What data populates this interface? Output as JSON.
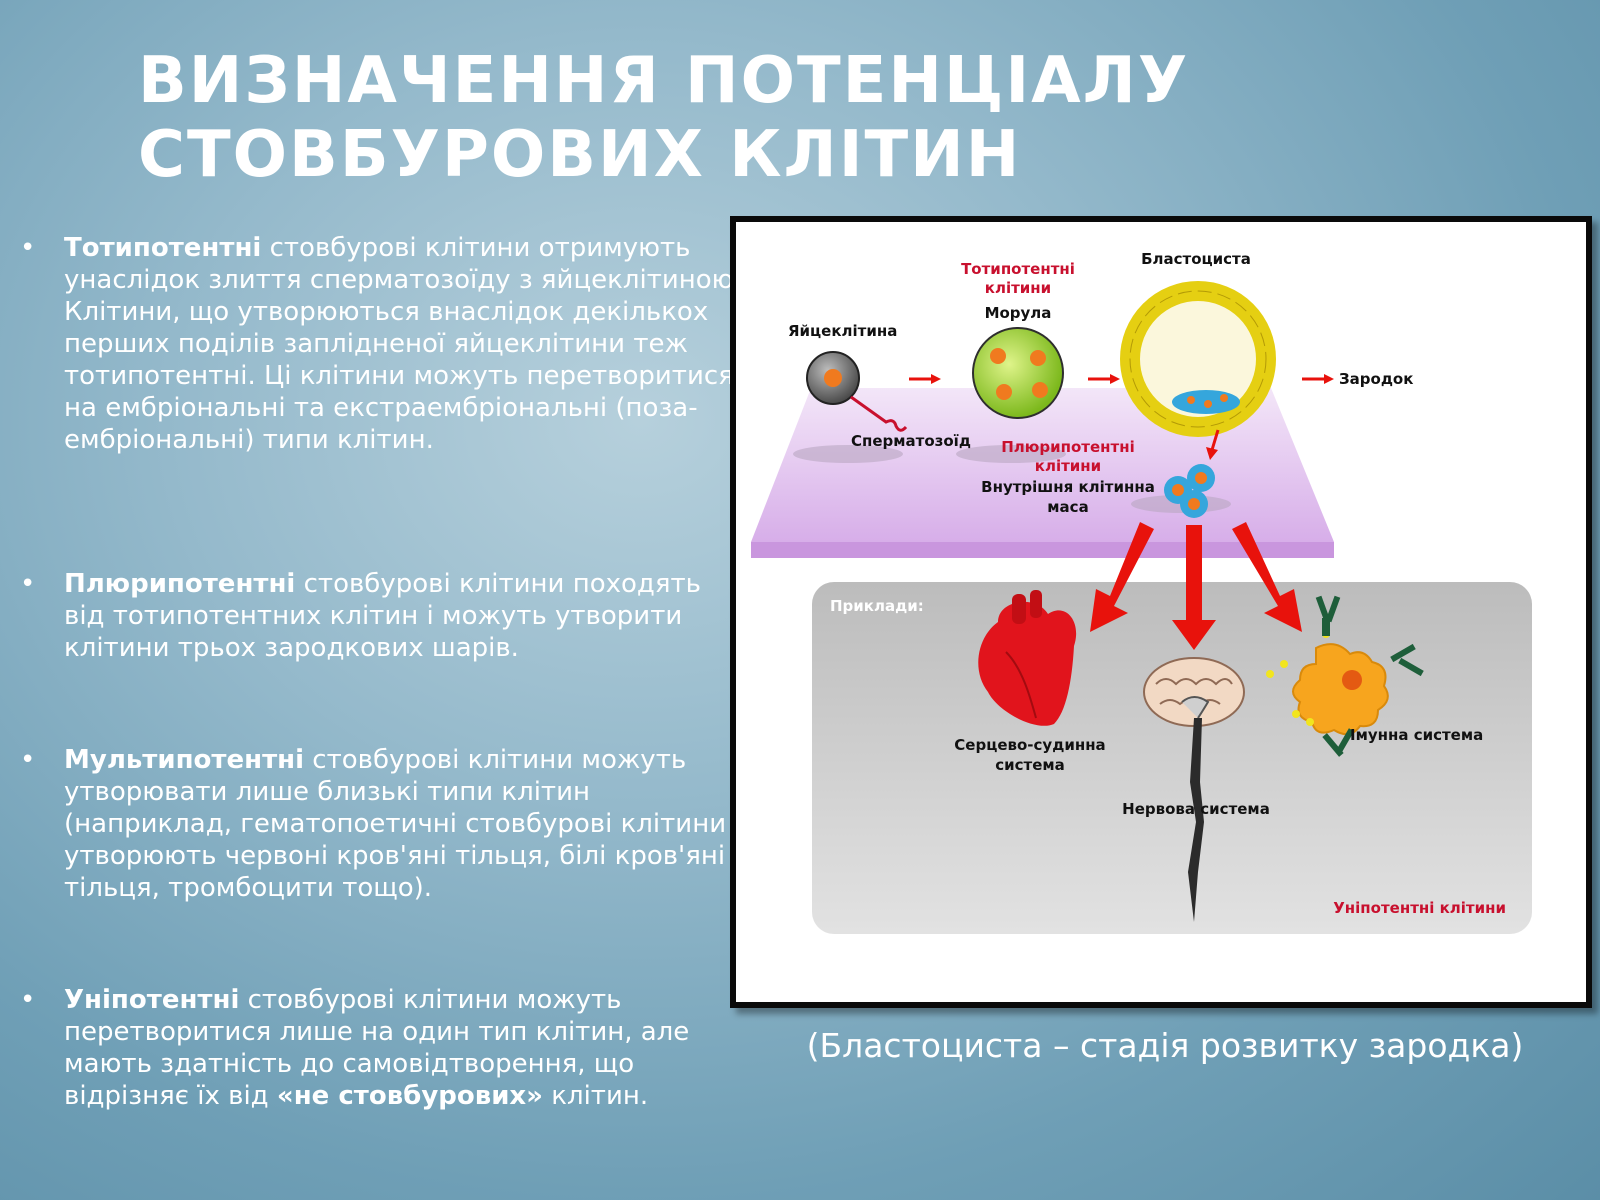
{
  "title": {
    "line1": "Визначення потенціалу",
    "line2": "стовбурових клітин"
  },
  "bullets": [
    {
      "bold": "Тотипотентні",
      "rest": " стовбурові клітини отримують унаслідок злиття сперматозоїду з яйцеклітиною. Клітини, що утворюються внаслідок декількох перших поділів заплідненої яйцеклітини теж тотипотентні. Ці клітини можуть перетворитися на ембріональні та екстраембріональні (поза-ембріональні) типи клітин."
    },
    {
      "bold": "Плюрипотентні",
      "rest": " стовбурові клітини походять від тотипотентних клітин і можуть утворити клітини трьох зародкових шарів."
    },
    {
      "bold": "Мультипотентні",
      "rest": " стовбурові клітини можуть утворювати лише близькі типи клітин (наприклад, гематопоетичні стовбурові клітини утворюють червоні кров'яні тільця, білі кров'яні тільця, тромбоцити тощо)."
    },
    {
      "bold": "Уніпотентні",
      "rest": " стовбурові клітини можуть перетворитися лише на один тип клітин, але мають здатність до самовідтворення, що відрізняє їх від ",
      "bold2": "«не стовбурових»",
      "rest2": " клітин."
    }
  ],
  "bullet_glyph": "•",
  "figure": {
    "egg": "Яйцеклітина",
    "sperm": "Сперматозоїд",
    "totipotent": "Тотипотентні клітини",
    "totipotent_l1": "Тотипотентні",
    "totipotent_l2": "клітини",
    "morula": "Морула",
    "blastocyst": "Бластоциста",
    "embryo": "Зародок",
    "pluripotent_l1": "Плюрипотентні",
    "pluripotent_l2": "клітини",
    "inner_mass_l1": "Внутрішня клітинна",
    "inner_mass_l2": "маса",
    "examples": "Приклади:",
    "cardio_l1": "Серцево-судинна",
    "cardio_l2": "система",
    "nervous": "Нервова система",
    "immune": "Імунна система",
    "unipotent": "Уніпотентні клітини"
  },
  "caption": "(Бластоциста – стадія розвитку зародка)",
  "colors": {
    "accent_red": "#c8102e",
    "arrow_red": "#e8120c",
    "platform": "#dcb8ec",
    "panel": "#d4d4d4"
  }
}
